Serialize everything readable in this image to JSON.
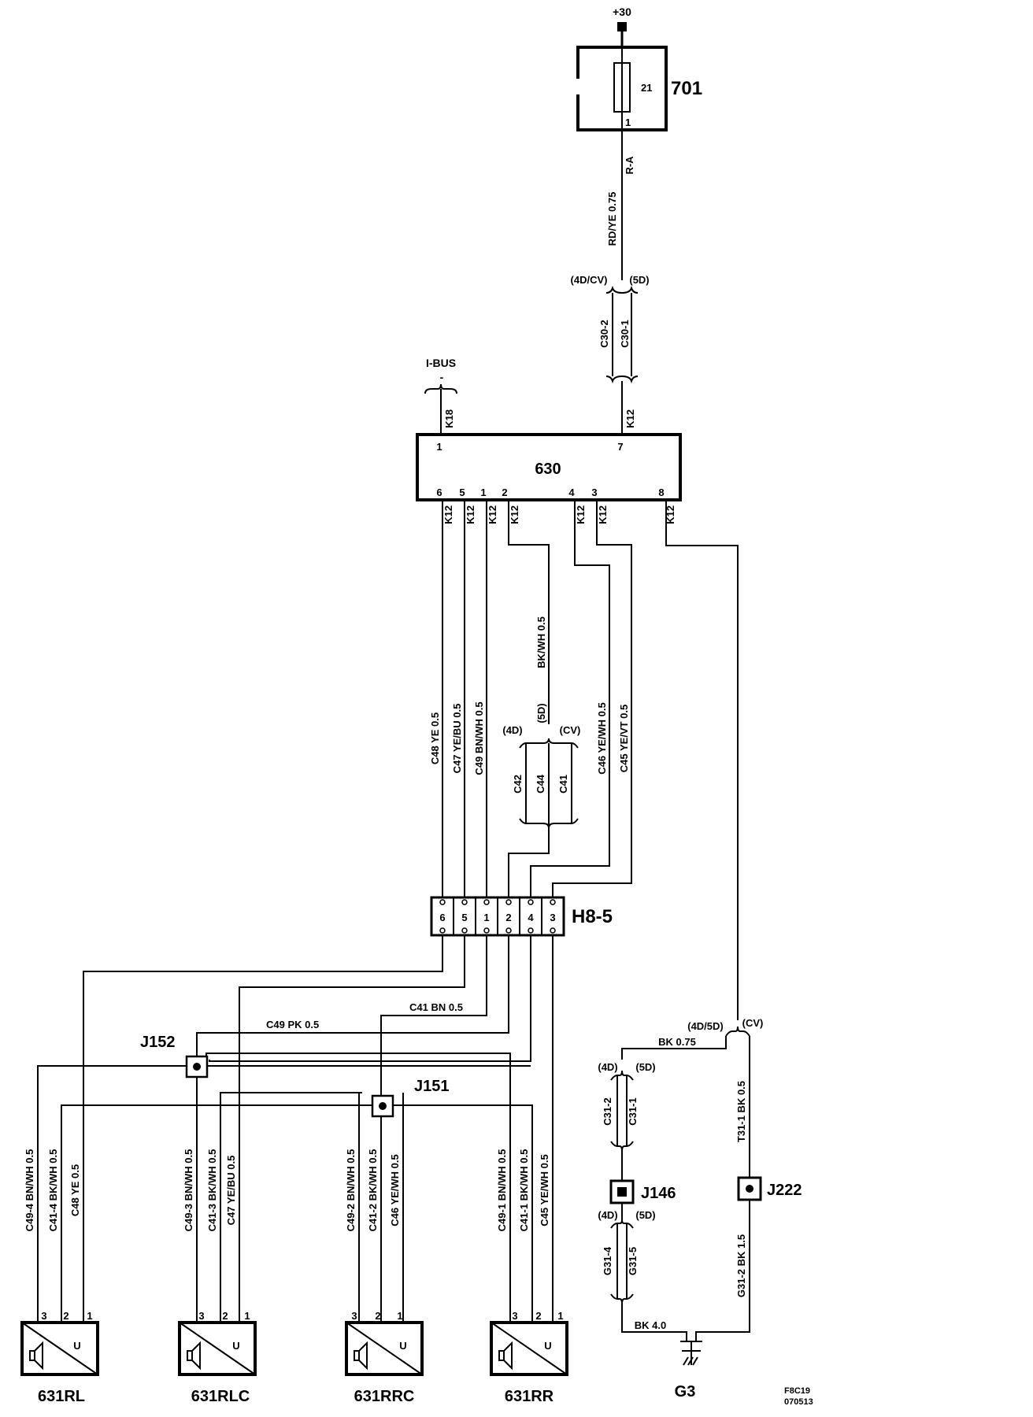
{
  "supply": {
    "terminal": "+30"
  },
  "fuse": {
    "id": "701",
    "number": "21",
    "pin": "1"
  },
  "fuse_wire": {
    "conn": "R-A",
    "label": "RD/YE  0.75"
  },
  "split_top": {
    "left": "(4D/CV)",
    "right": "(5D)",
    "c1": "C30-2",
    "c2": "C30-1"
  },
  "ibus": {
    "label": "I-BUS",
    "minus": "-"
  },
  "unit630": {
    "id": "630",
    "top_pins": [
      "1",
      "7"
    ],
    "top_conns": [
      "K18",
      "K12"
    ],
    "bottom_pins": [
      "6",
      "5",
      "1",
      "2",
      "4",
      "3",
      "8"
    ],
    "bottom_conns": [
      "K12",
      "K12",
      "K12",
      "K12",
      "K12",
      "K12",
      "K12"
    ]
  },
  "wires_630": {
    "w6": "C48  YE  0.5",
    "w5": "C47  YE/BU  0.5",
    "w1": "C49  BN/WH  0.5",
    "w2": "BK/WH  0.5",
    "w4": "C46  YE/WH  0.5",
    "w3": "C45  YE/VT  0.5"
  },
  "split_mid": {
    "l": "(4D)",
    "m": "(5D)",
    "r": "(CV)",
    "c1": "C42",
    "c2": "C44",
    "c3": "C41"
  },
  "h85": {
    "id": "H8-5",
    "pins": [
      "6",
      "5",
      "1",
      "2",
      "4",
      "3"
    ]
  },
  "bus_labels": {
    "c41": "C41  BN  0.5",
    "c49": "C49  PK   0.5"
  },
  "junctions": {
    "j152": "J152",
    "j151": "J151",
    "j146": "J146",
    "j222": "J222"
  },
  "ground_wires": {
    "split1_l": "(4D/5D)",
    "split1_r": "(CV)",
    "bk075": "BK  0.75",
    "split2_l": "(4D)",
    "split2_r": "(5D)",
    "c1": "C31-2",
    "c2": "C31-1",
    "t311": "T31-1  BK  0.5",
    "split3_l": "(4D)",
    "split3_r": "(5D)",
    "g1": "G31-4",
    "g2": "G31-5",
    "g312": "G31-2  BK  1.5",
    "bk40": "BK  4.0"
  },
  "ground": {
    "id": "G3"
  },
  "speakers": [
    {
      "id": "631RL",
      "pins": [
        "3",
        "2",
        "1"
      ],
      "wires": [
        "C49-4  BN/WH  0.5",
        "C41-4  BK/WH  0.5",
        "C48  YE  0.5"
      ]
    },
    {
      "id": "631RLC",
      "pins": [
        "3",
        "2",
        "1"
      ],
      "wires": [
        "C49-3  BN/WH  0.5",
        "C41-3  BK/WH  0.5",
        "C47  YE/BU  0.5"
      ]
    },
    {
      "id": "631RRC",
      "pins": [
        "3",
        "2",
        "1"
      ],
      "wires": [
        "C49-2  BN/WH  0.5",
        "C41-2  BK/WH  0.5",
        "C46  YE/WH  0.5"
      ]
    },
    {
      "id": "631RR",
      "pins": [
        "3",
        "2",
        "1"
      ],
      "wires": [
        "C49-1  BN/WH  0.5",
        "C41-1  BK/WH  0.5",
        "C45  YE/WH  0.5"
      ]
    }
  ],
  "speaker_u": "U",
  "footer": {
    "code": "F8C19",
    "date": "070513"
  }
}
